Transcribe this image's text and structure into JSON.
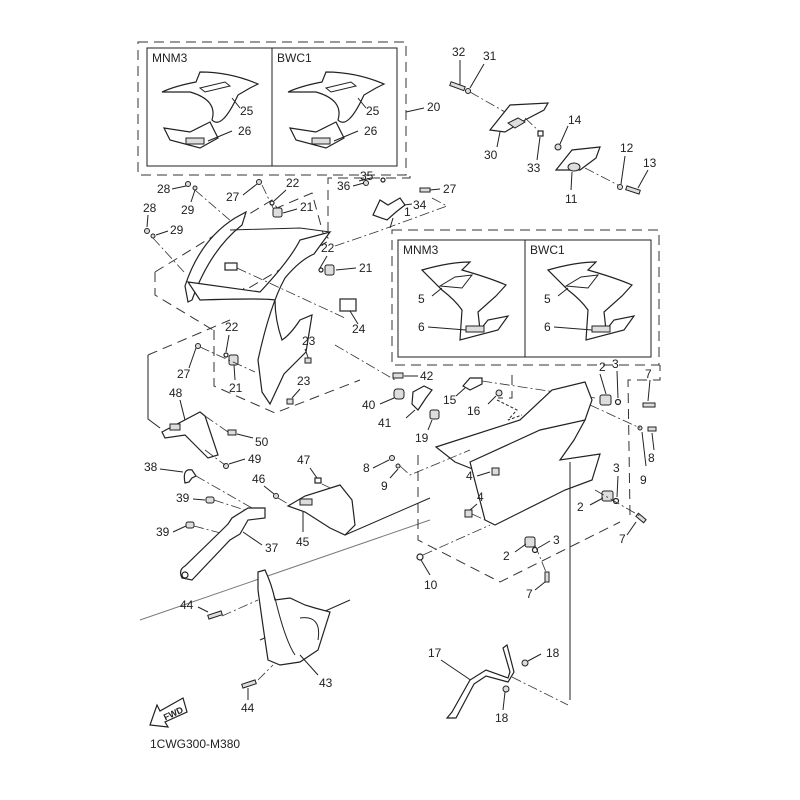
{
  "diagram": {
    "drawing_code": "1CWG300-M380",
    "fwd_label": "FWD",
    "variant_boxes": [
      {
        "id": "20",
        "variants": [
          "MNM3",
          "BWC1"
        ],
        "part_labels": [
          "25",
          "26"
        ]
      },
      {
        "id": "1",
        "variants": [
          "MNM3",
          "BWC1"
        ],
        "part_labels": [
          "5",
          "6"
        ]
      }
    ],
    "callouts": {
      "c1": "1",
      "c2a": "2",
      "c2b": "2",
      "c2c": "2",
      "c3a": "3",
      "c3b": "3",
      "c3c": "3",
      "c4a": "4",
      "c4b": "4",
      "c5a": "5",
      "c5b": "5",
      "c6a": "6",
      "c6b": "6",
      "c7a": "7",
      "c7b": "7",
      "c7c": "7",
      "c8a": "8",
      "c8b": "8",
      "c9a": "9",
      "c9b": "9",
      "c10": "10",
      "c11": "11",
      "c12": "12",
      "c13": "13",
      "c14": "14",
      "c15": "15",
      "c16": "16",
      "c17": "17",
      "c18a": "18",
      "c18b": "18",
      "c19": "19",
      "c20": "20",
      "c21a": "21",
      "c21b": "21",
      "c21c": "21",
      "c22a": "22",
      "c22b": "22",
      "c22c": "22",
      "c23a": "23",
      "c23b": "23",
      "c24": "24",
      "c25a": "25",
      "c25b": "25",
      "c26a": "26",
      "c26b": "26",
      "c27a": "27",
      "c27b": "27",
      "c27c": "27",
      "c28a": "28",
      "c28b": "28",
      "c29a": "29",
      "c29b": "29",
      "c30": "30",
      "c31": "31",
      "c32": "32",
      "c33": "33",
      "c34": "34",
      "c35": "35",
      "c36": "36",
      "c37": "37",
      "c38": "38",
      "c39a": "39",
      "c39b": "39",
      "c40": "40",
      "c41": "41",
      "c42": "42",
      "c43": "43",
      "c44a": "44",
      "c44b": "44",
      "c45": "45",
      "c46": "46",
      "c47": "47",
      "c48": "48",
      "c49": "49",
      "c50": "50"
    }
  }
}
